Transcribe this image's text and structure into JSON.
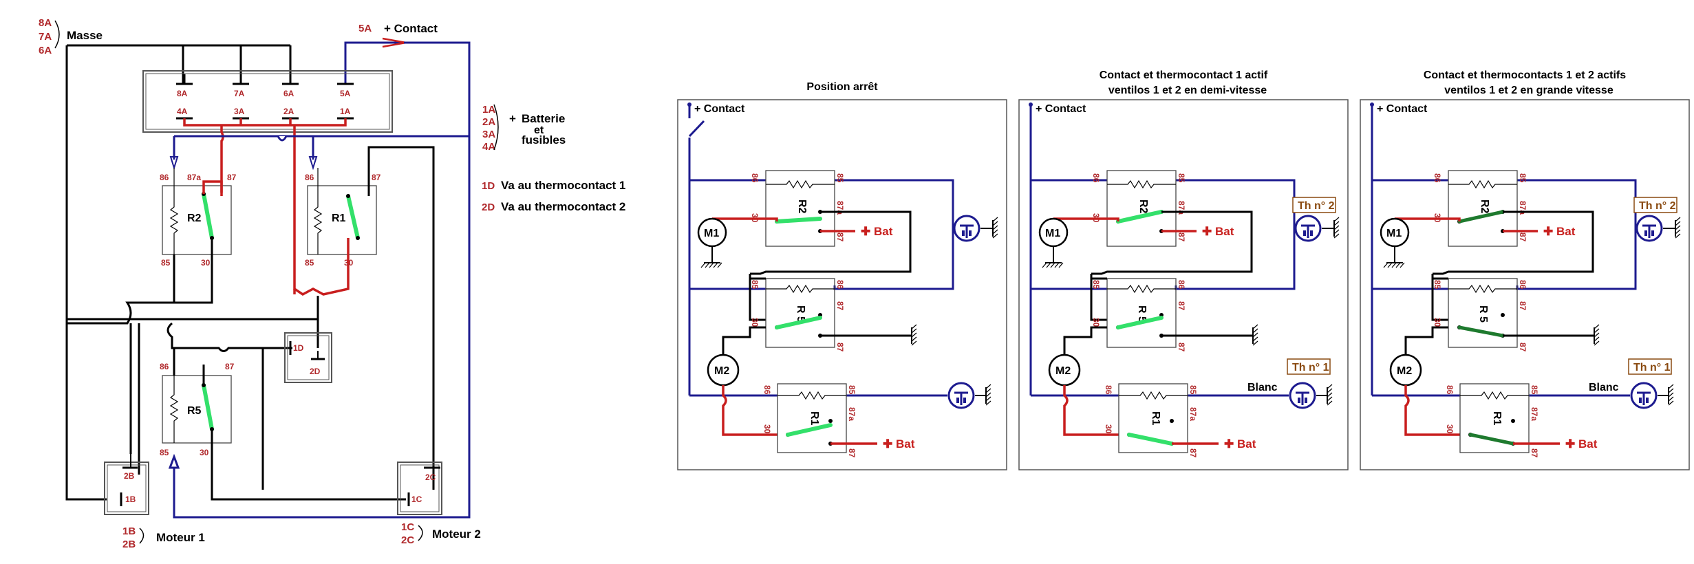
{
  "left": {
    "masse": {
      "codes": [
        "8A",
        "7A",
        "6A"
      ],
      "label": "Masse"
    },
    "contact": {
      "code": "5A",
      "label": "+ Contact"
    },
    "connector_top": [
      "8A",
      "7A",
      "6A",
      "5A"
    ],
    "connector_bottom": [
      "4A",
      "3A",
      "2A",
      "1A"
    ],
    "batterie": {
      "codes": [
        "1A",
        "2A",
        "3A",
        "4A"
      ],
      "plus": "+",
      "line1": "Batterie",
      "line2": "et",
      "line3": "fusibles"
    },
    "legend": [
      {
        "code": "1D",
        "text": "Va au thermocontact 1"
      },
      {
        "code": "2D",
        "text": "Va au thermocontact 2"
      }
    ],
    "relays": {
      "r2": {
        "name": "R2",
        "pins": [
          "86",
          "87a",
          "87",
          "85",
          "30"
        ]
      },
      "r1": {
        "name": "R1",
        "pins": [
          "86",
          "87",
          "85",
          "30"
        ]
      },
      "r5": {
        "name": "R5",
        "pins": [
          "86",
          "87",
          "85",
          "30"
        ]
      }
    },
    "conn_d": {
      "top": "1D",
      "bottom": "2D"
    },
    "conn_b": {
      "top": "2B",
      "bottom": "1B"
    },
    "conn_c": {
      "top": "2C",
      "bottom": "1C"
    },
    "moteur1": {
      "codes": [
        "1B",
        "2B"
      ],
      "label": "Moteur 1"
    },
    "moteur2": {
      "codes": [
        "1C",
        "2C"
      ],
      "label": "Moteur 2"
    }
  },
  "panels": [
    {
      "title1": "Position arrêt",
      "title2": "",
      "contact": "+ Contact",
      "th2": "",
      "th1": "",
      "blanc": "",
      "bat": "Bat",
      "m1": "M1",
      "m2": "M2",
      "r2": "R2",
      "r5": "R 5",
      "r1": "R1",
      "p86": "86",
      "p85": "85",
      "p30": "30",
      "p87a": "87a",
      "p87": "87",
      "p86b": "86",
      "p85b": "85"
    },
    {
      "title1": "Contact et thermocontact 1 actif",
      "title2": "ventilos  1  et 2  en demi-vitesse",
      "contact": "+ Contact",
      "th2": "Th n° 2",
      "th1": "Th n° 1",
      "blanc": "Blanc",
      "bat": "Bat",
      "m1": "M1",
      "m2": "M2",
      "r2": "R2",
      "r5": "R 5",
      "r1": "R1",
      "p86": "86",
      "p85": "85",
      "p30": "30",
      "p87a": "87a",
      "p87": "87",
      "p86b": "86",
      "p85b": "85"
    },
    {
      "title1": "Contact et thermocontacts 1  et 2   actifs",
      "title2": "ventilos 1 et 2 en  grande vitesse",
      "contact": "+ Contact",
      "th2": "Th n° 2",
      "th1": "Th n° 1",
      "blanc": "Blanc",
      "bat": "Bat",
      "m1": "M1",
      "m2": "M2",
      "r2": "R2",
      "r5": "R 5",
      "r1": "R1",
      "p86": "86",
      "p85": "85",
      "p30": "30",
      "p87a": "87a",
      "p87": "87",
      "p86b": "86",
      "p85b": "85"
    }
  ],
  "colors": {
    "wire_blue": "#1d1b8f",
    "wire_black": "#000000",
    "wire_red": "#c81e1e",
    "contact_green": "#33e06a",
    "contact_dark_green": "#1e7a2e",
    "label_red": "#b0282b"
  }
}
